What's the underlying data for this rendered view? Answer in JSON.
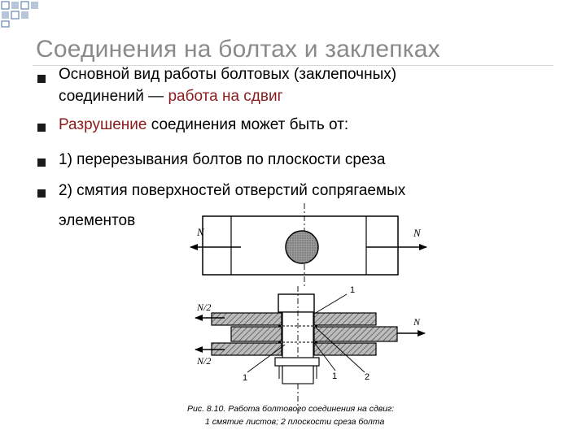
{
  "slide": {
    "title": "Соединения на болтах и заклепках",
    "bullets": [
      {
        "line1": "Основной вид работы болтовых (заклепочных)",
        "line2_plain": "соединений — ",
        "line2_accent": "работа на сдвиг"
      },
      {
        "accent": "Разрушение",
        "plain": " соединения может быть от:"
      },
      {
        "text": "1)  перерезывания болтов по плоскости среза"
      },
      {
        "line1": "2)  смятия поверхностей отверстий сопрягаемых",
        "line2": "элементов"
      }
    ]
  },
  "figure": {
    "labels": {
      "N": "N",
      "N_half": "N/2",
      "one": "1",
      "two": "2"
    },
    "caption_line1": "Рис. 8.10. Работа болтового соединения на сдвиг:",
    "caption_line2": "1 смятие листов; 2 плоскости среза болта"
  },
  "colors": {
    "title": "#8a8a8a",
    "accent": "#8b1a1a",
    "corner_blue": "#6f8fb8"
  }
}
